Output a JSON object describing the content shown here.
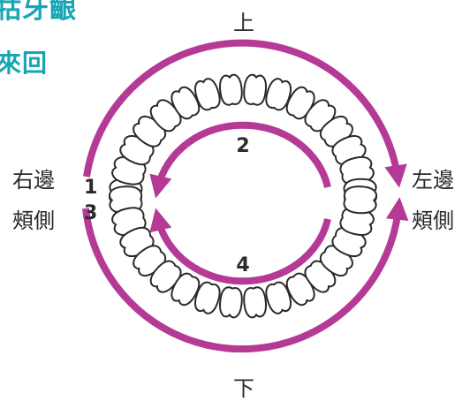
{
  "heading": {
    "line1": "牯牙齦",
    "line2": "來回"
  },
  "diagram": {
    "top_label": "上",
    "bottom_label": "下",
    "right_side_label": {
      "line1": "右邊",
      "line2": "頰側"
    },
    "left_side_label": {
      "line1": "左邊",
      "line2": "頰側"
    },
    "steps": {
      "one": "1",
      "two": "2",
      "three": "3",
      "four": "4"
    },
    "accent_color": "#b43a95",
    "heading_color": "#17a6b5"
  }
}
